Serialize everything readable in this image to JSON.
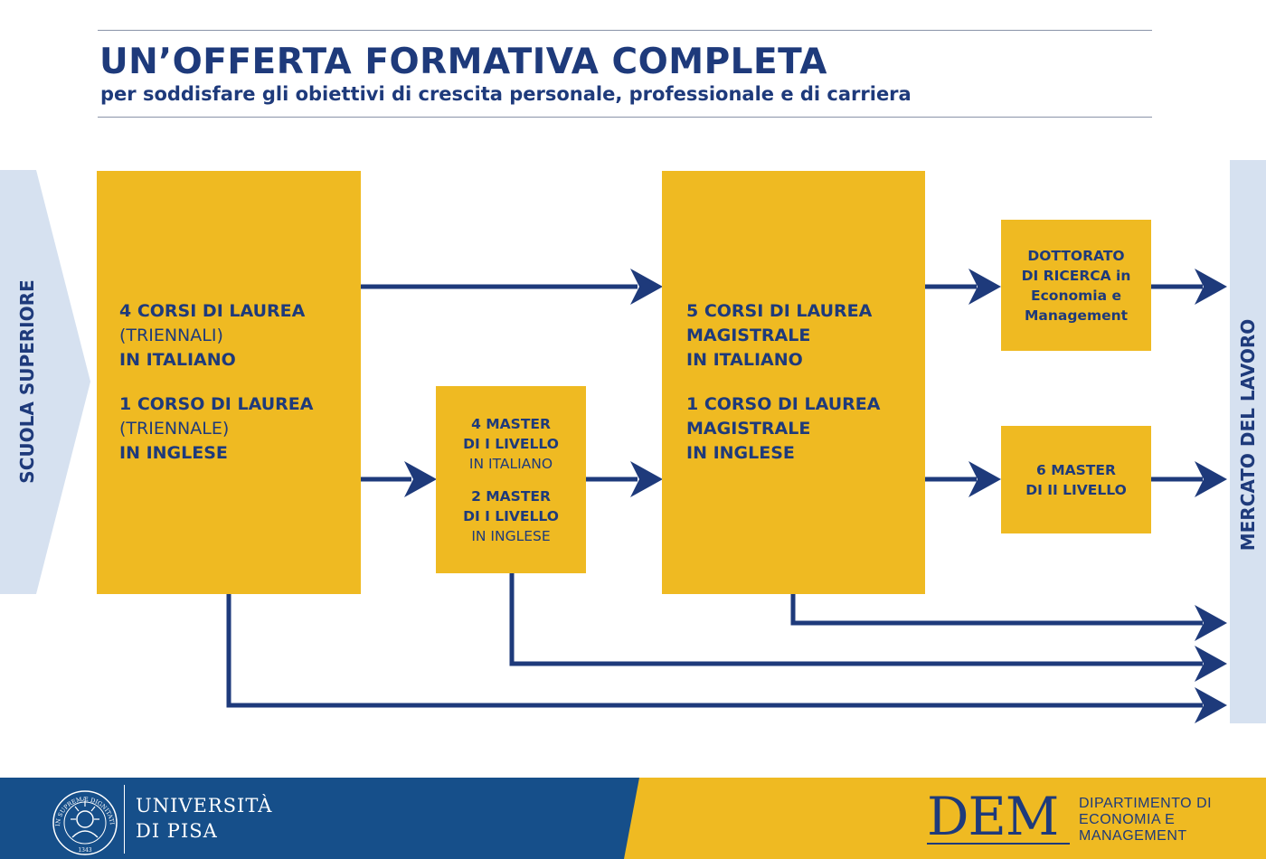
{
  "header": {
    "title": "UN’OFFERTA FORMATIVA COMPLETA",
    "subtitle": "per soddisfare gli obiettivi di crescita personale, professionale e di carriera"
  },
  "left_label": "SCUOLA SUPERIORE",
  "right_label": "MERCATO DEL LAVORO",
  "box_triennali": {
    "g1_l1": "4 CORSI DI LAUREA",
    "g1_l2": "(TRIENNALI)",
    "g1_l3": "IN ITALIANO",
    "g2_l1": "1 CORSO DI LAUREA",
    "g2_l2": "(TRIENNALE)",
    "g2_l3": "IN INGLESE"
  },
  "box_master1": {
    "g1_l1": "4 MASTER",
    "g1_l2": "DI I LIVELLO",
    "g1_l3": "IN ITALIANO",
    "g2_l1": "2 MASTER",
    "g2_l2": "DI I LIVELLO",
    "g2_l3": "IN INGLESE"
  },
  "box_magistrali": {
    "g1_l1": "5 CORSI DI LAUREA",
    "g1_l2": "MAGISTRALE",
    "g1_l3": "IN ITALIANO",
    "g2_l1": "1 CORSO DI LAUREA",
    "g2_l2": "MAGISTRALE",
    "g2_l3": "IN INGLESE"
  },
  "box_dottorato": {
    "l1": "DOTTORATO",
    "l2": "DI RICERCA in",
    "l3": "Economia e",
    "l4": "Management"
  },
  "box_master2": {
    "l1": "6 MASTER",
    "l2": "DI II LIVELLO"
  },
  "footer": {
    "univ_line1": "UNIVERSITÀ",
    "univ_line2": "DI PISA",
    "seal_text": "IN SUPREMÆ DIGNITATIS",
    "seal_year": "1343",
    "dem_logo": "DEM",
    "dem_line1": "DIPARTIMENTO DI",
    "dem_line2": "ECONOMIA E",
    "dem_line3": "MANAGEMENT"
  },
  "colors": {
    "navy": "#1e3a7b",
    "yellow": "#efba22",
    "light_blue": "#d6e1f0",
    "footer_blue": "#164f8a"
  }
}
